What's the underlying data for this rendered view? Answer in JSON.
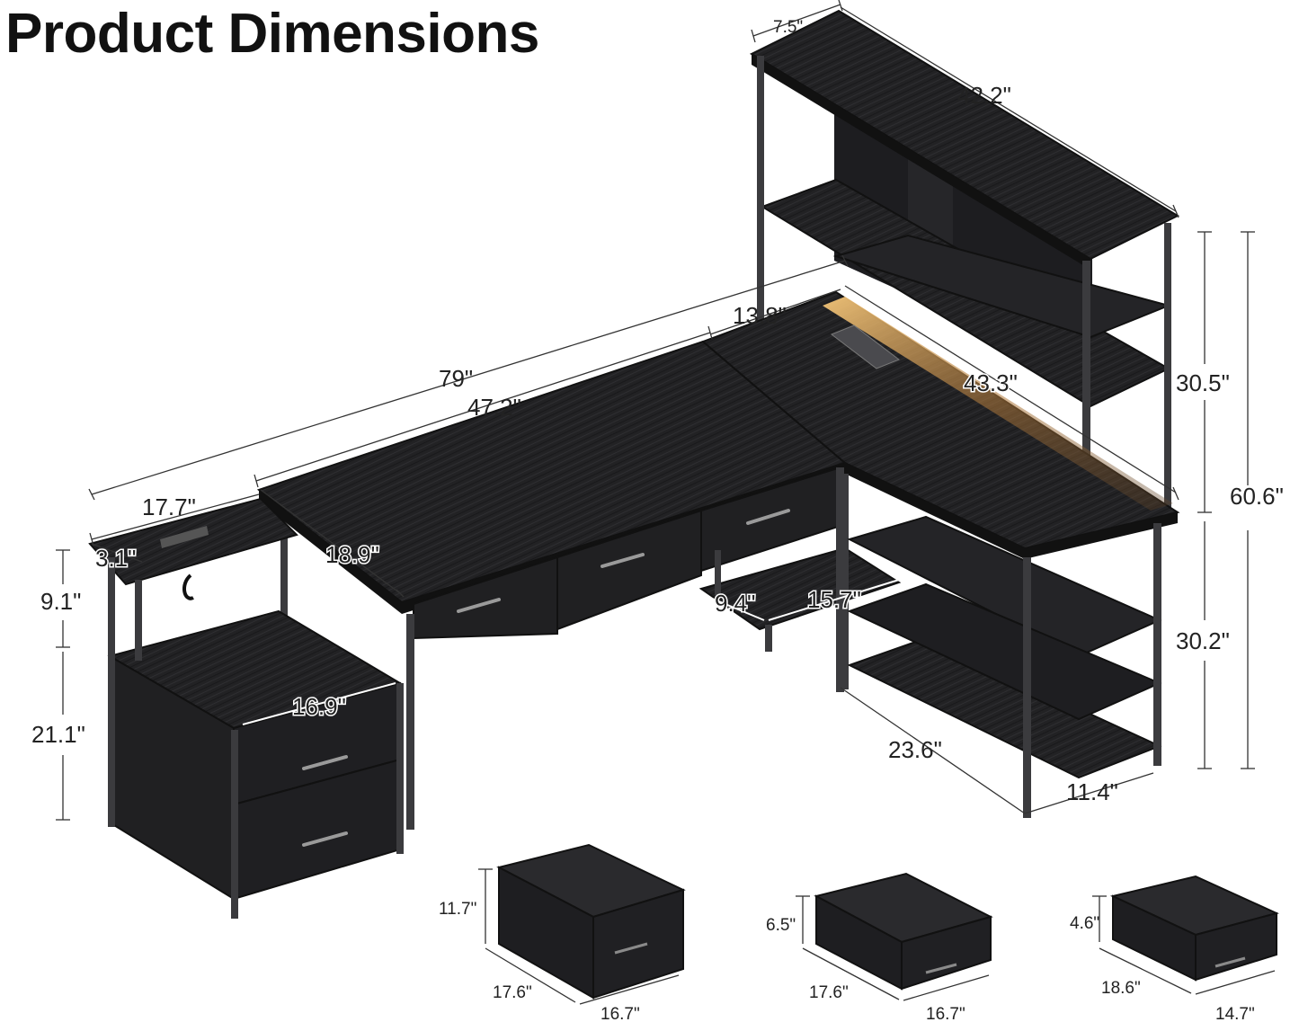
{
  "title": "Product Dimensions",
  "dimensions": {
    "hutch_depth": "7.5\"",
    "hutch_width": "42.2\"",
    "total_length": "79\"",
    "desk_main_width": "47.2\"",
    "return_cutout_width": "13.8\"",
    "return_width": "43.3\"",
    "hutch_height": "30.5\"",
    "total_height": "60.6\"",
    "lower_shelf_height": "30.2\"",
    "side_table_width": "17.7\"",
    "power_strip_offset": "3.1\"",
    "desk_depth": "18.9\"",
    "riser_height": "9.1\"",
    "file_cabinet_height": "21.1\"",
    "file_cabinet_width": "16.9\"",
    "keyboard_tray_depth": "9.4\"",
    "keyboard_tray_width": "15.7\"",
    "shelf_width": "23.6\"",
    "shelf_depth": "11.4\""
  },
  "drawers": [
    {
      "height": "11.7\"",
      "depth": "17.6\"",
      "width": "16.7\""
    },
    {
      "height": "6.5\"",
      "depth": "17.6\"",
      "width": "16.7\""
    },
    {
      "height": "4.6\"",
      "depth": "18.6\"",
      "width": "14.7\""
    }
  ],
  "colors": {
    "wood_black": "#1b1b1d",
    "wood_top": "#2a2a2c",
    "frame_metal": "#3b3b3e",
    "fabric": "#202022",
    "led_glow": "#f2b862",
    "dimension_line": "#333333",
    "background": "#ffffff"
  }
}
